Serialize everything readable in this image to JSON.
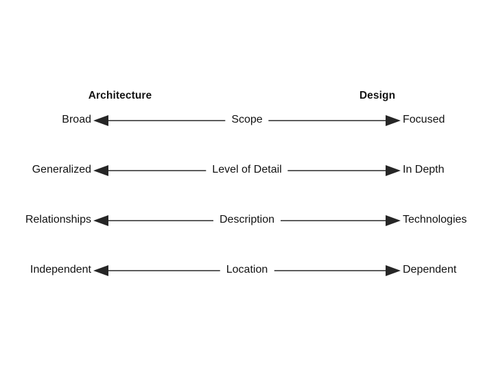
{
  "diagram": {
    "title_left": "Architecture",
    "title_right": "Design",
    "background_color": "#ffffff",
    "line_color": "#262626",
    "text_color": "#111111",
    "rows": [
      {
        "left": "Broad",
        "center": "Scope",
        "right": "Focused"
      },
      {
        "left": "Generalized",
        "center": "Level of Detail",
        "right": "In Depth"
      },
      {
        "left": "Relationships",
        "center": "Description",
        "right": "Technologies"
      },
      {
        "left": "Independent",
        "center": "Location",
        "right": "Dependent"
      }
    ]
  }
}
